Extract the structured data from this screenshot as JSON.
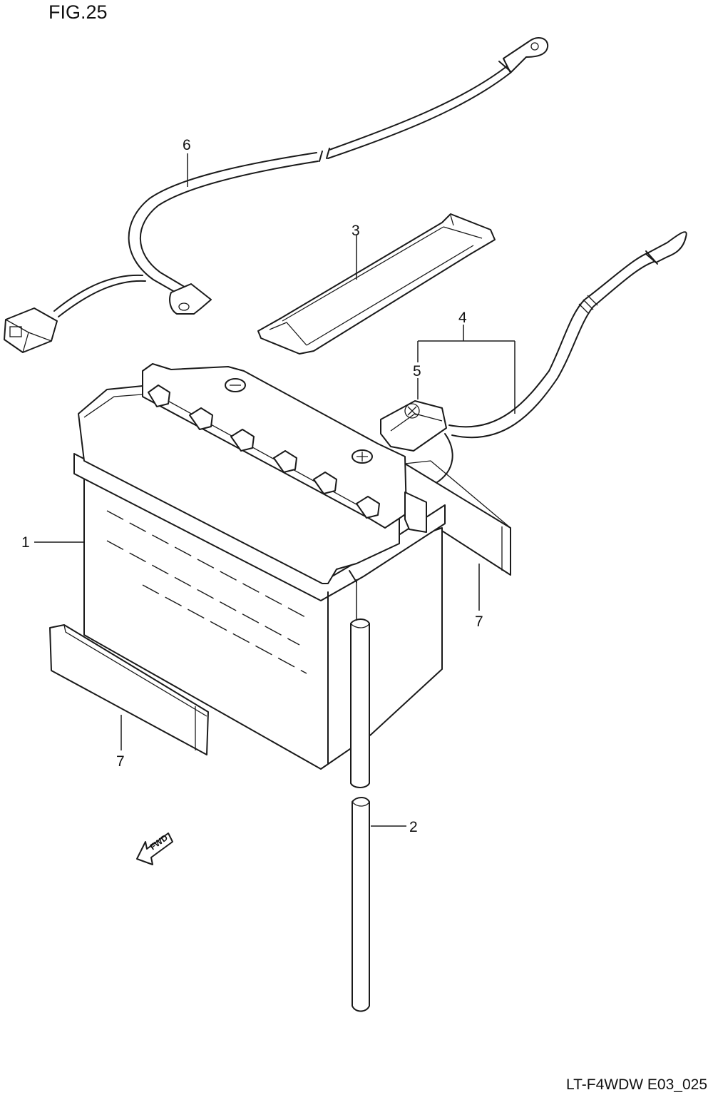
{
  "figure": {
    "title": "FIG.25",
    "code": "LT-F4WDW E03_025"
  },
  "callouts": {
    "c1": "1",
    "c2": "2",
    "c3": "3",
    "c4": "4",
    "c5": "5",
    "c6": "6",
    "c7a": "7",
    "c7b": "7"
  },
  "fwd_label": "FWD",
  "colors": {
    "line": "#1a1a1a",
    "background": "#ffffff"
  }
}
